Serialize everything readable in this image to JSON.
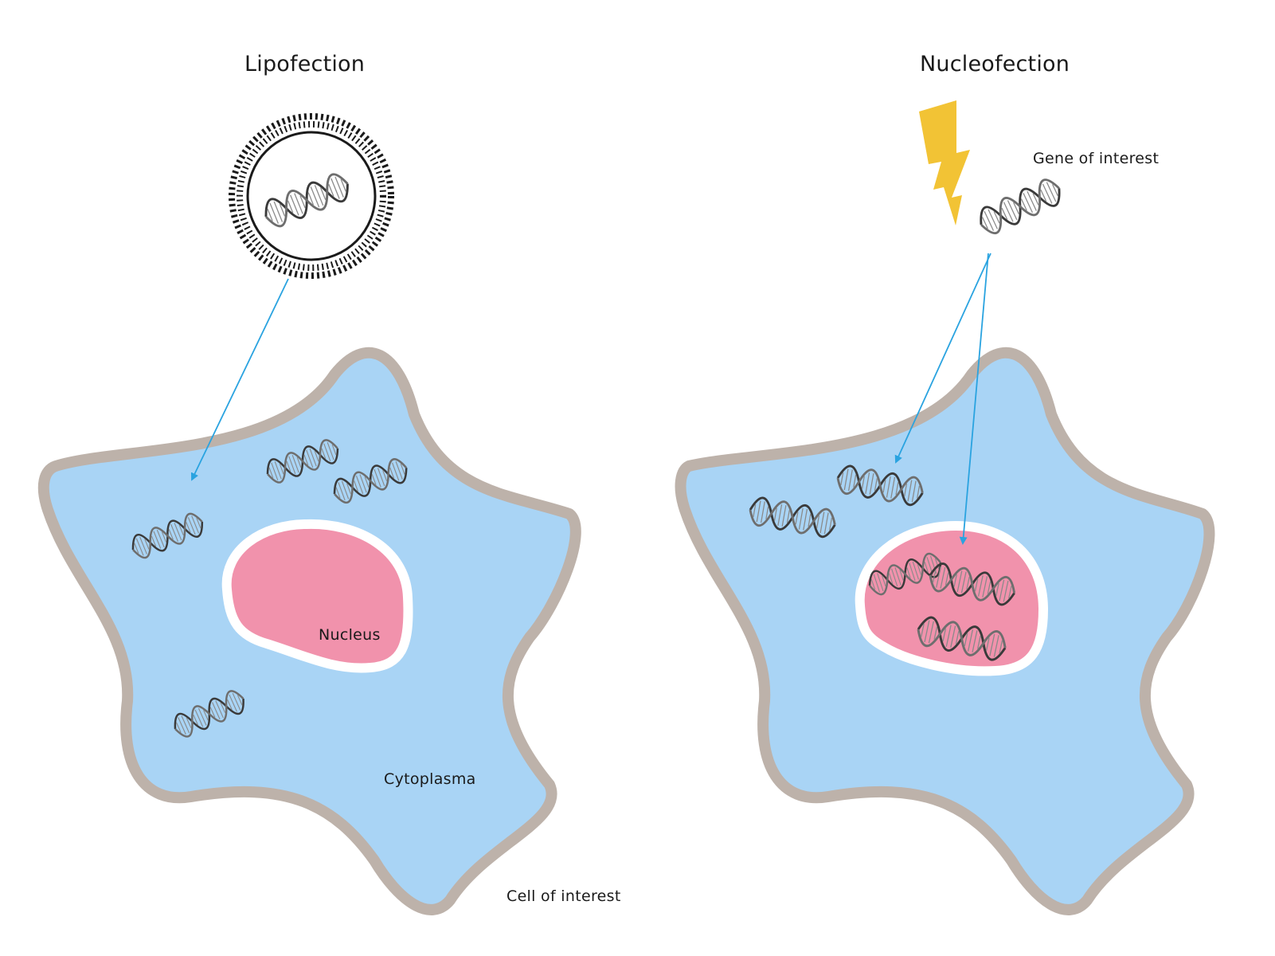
{
  "left_panel": {
    "title": "Lipofection",
    "nucleus_label": "Nucleus",
    "cytoplasm_label": "Cytoplasma",
    "cell_label": "Cell of interest"
  },
  "right_panel": {
    "title": "Nucleofection",
    "gene_label": "Gene of interest"
  },
  "colors": {
    "cytoplasm": "#a9d4f5",
    "membrane": "#bdb2aa",
    "nucleus": "#f192ac",
    "arrow": "#2aa3e0",
    "lightning": "#f2c335",
    "dna": "#555555"
  }
}
